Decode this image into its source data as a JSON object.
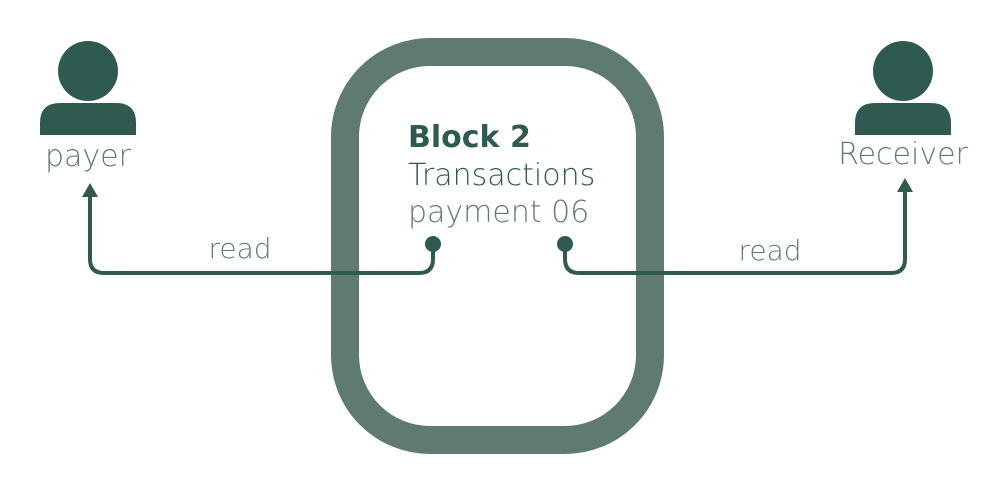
{
  "colors": {
    "primary": "#2f5a4f",
    "block_frame": "#5f7a73",
    "background": "#ffffff"
  },
  "payer": {
    "icon": "person-icon",
    "label": "payer"
  },
  "receiver": {
    "icon": "person-icon",
    "label": "Receiver"
  },
  "block": {
    "title": "Block 2",
    "subtitle": "Transactions",
    "entry": "payment 06"
  },
  "links": {
    "left_label": "read",
    "right_label": "read"
  }
}
